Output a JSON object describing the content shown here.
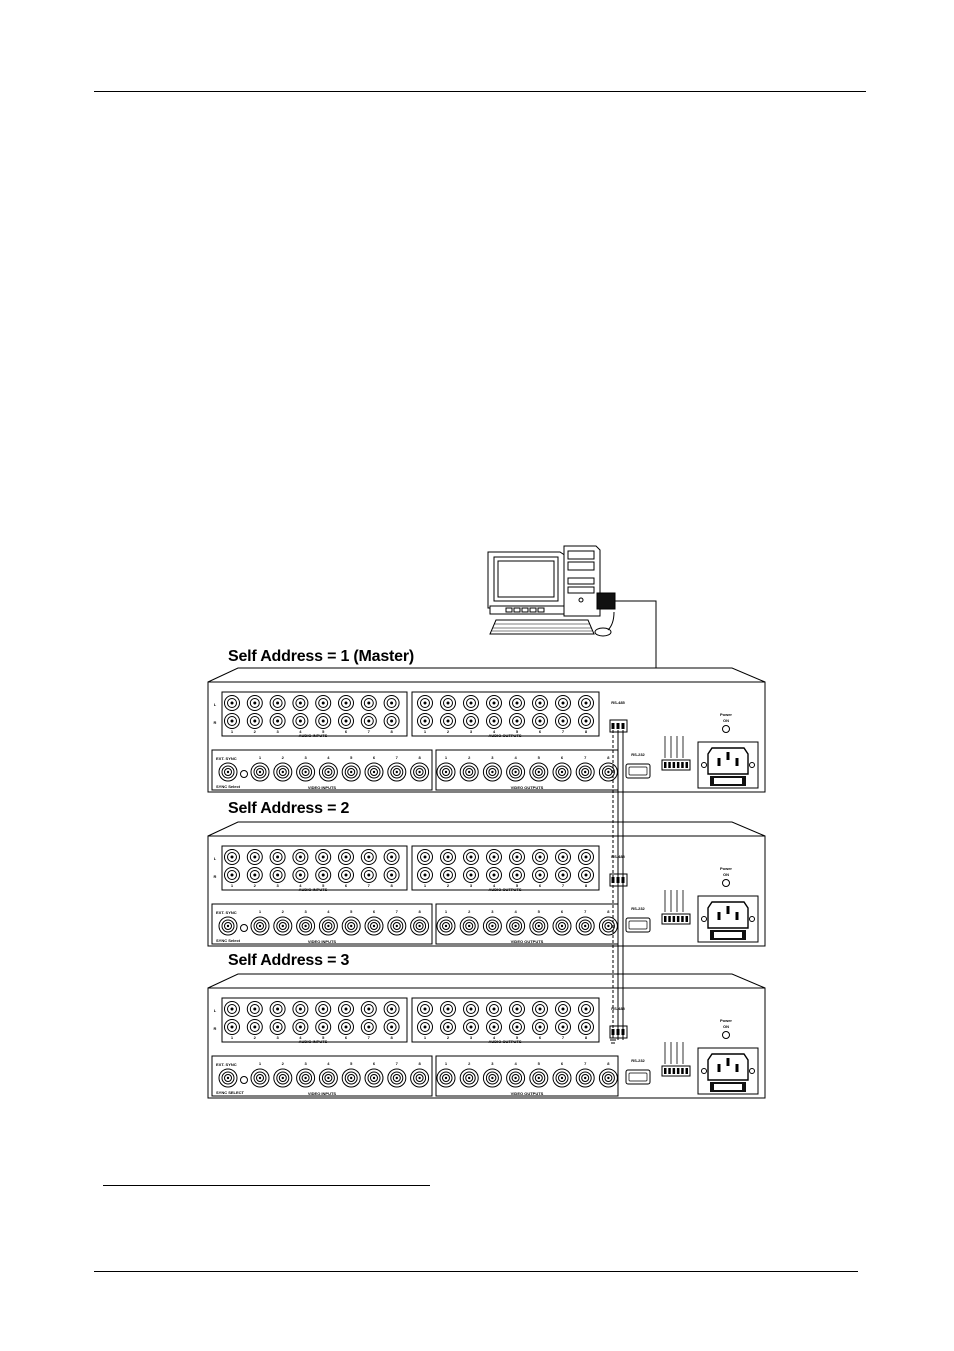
{
  "units": [
    {
      "title": "Self Address = 1 (Master)",
      "audio_inputs_label": "AUDIO INPUTS",
      "audio_outputs_label": "AUDIO OUTPUTS",
      "video_inputs_label": "VIDEO INPUTS",
      "video_outputs_label": "VIDEO OUTPUTS",
      "ext_sync_label": "EXT. SYNC",
      "sync_select_label": "SYNC Select",
      "rs485_label": "RS-485",
      "rs232_label": "RS-232",
      "power_label": "Power",
      "power_sub": "ON"
    },
    {
      "title": "Self Address = 2",
      "audio_inputs_label": "AUDIO INPUTS",
      "audio_outputs_label": "AUDIO OUTPUTS",
      "video_inputs_label": "VIDEO INPUTS",
      "video_outputs_label": "VIDEO OUTPUTS",
      "ext_sync_label": "EXT. SYNC",
      "sync_select_label": "SYNC Select",
      "rs485_label": "RS-485",
      "rs232_label": "RS-232",
      "power_label": "Power",
      "power_sub": "ON"
    },
    {
      "title": "Self Address = 3",
      "audio_inputs_label": "AUDIO INPUTS",
      "audio_outputs_label": "AUDIO OUTPUTS",
      "video_inputs_label": "VIDEO INPUTS",
      "video_outputs_label": "VIDEO OUTPUTS",
      "ext_sync_label": "EXT. SYNC",
      "sync_select_label": "SYNC SELECT",
      "rs485_label": "RS-485",
      "rs232_label": "RS-232",
      "power_label": "Power",
      "power_sub": "ON"
    }
  ],
  "channel_numbers": [
    "1",
    "2",
    "3",
    "4",
    "5",
    "6",
    "7",
    "8"
  ],
  "audio_row_labels": [
    "L",
    "R"
  ]
}
